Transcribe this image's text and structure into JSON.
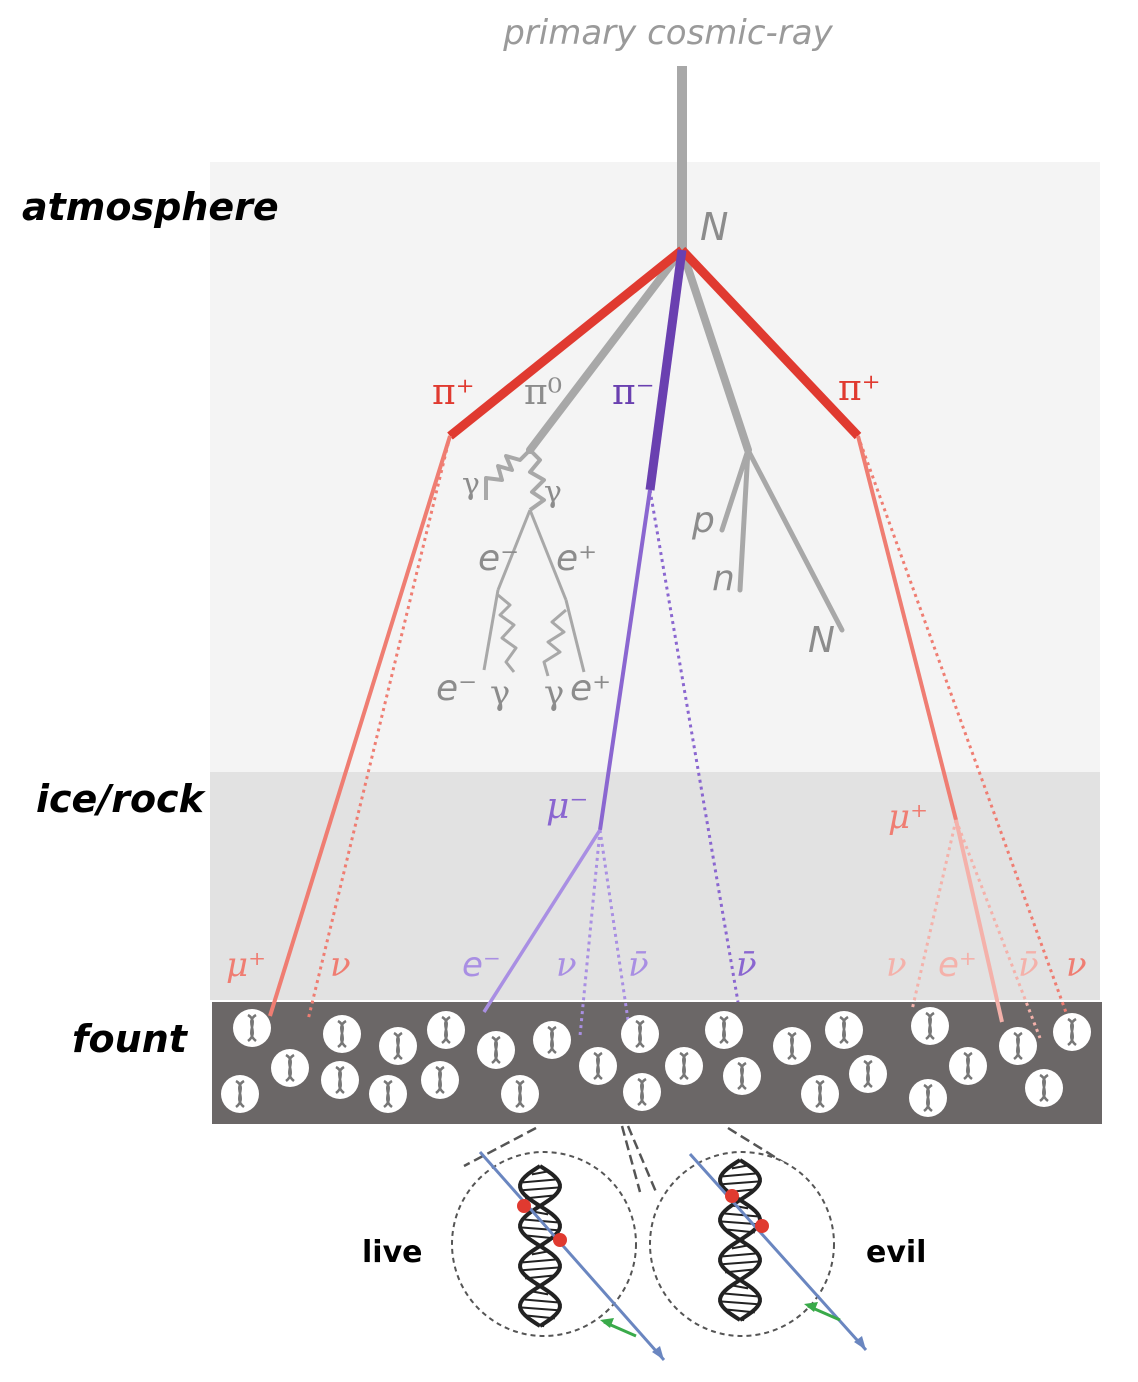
{
  "title": "primary cosmic-ray",
  "layers": {
    "atmosphere": "atmosphere",
    "ice_rock": "ice/rock",
    "fount": "fount"
  },
  "particles": {
    "N_top": "N",
    "pi_plus_left": "π⁺",
    "pi_zero": "π⁰",
    "pi_minus": "π⁻",
    "pi_plus_right": "π⁺",
    "gamma_1": "γ",
    "gamma_2": "γ",
    "e_minus_1": "e⁻",
    "e_plus_1": "e⁺",
    "e_minus_2": "e⁻",
    "gamma_3": "γ",
    "gamma_4": "γ",
    "e_plus_2": "e⁺",
    "p": "p",
    "n": "n",
    "N_bottom": "N",
    "mu_minus": "μ⁻",
    "mu_plus_right": "μ⁺",
    "mu_plus_left": "μ⁺",
    "nu_left": "ν",
    "e_minus_3": "e⁻",
    "nu_mid": "ν",
    "nubar_mid": "ν̄",
    "nubar_center": "ν̄",
    "nu_right1": "ν",
    "e_plus_3": "e⁺",
    "nubar_right": "ν̄",
    "nu_right2": "ν"
  },
  "zoom_labels": {
    "left": "live",
    "right": "evil"
  },
  "colors": {
    "atmosphere_bg": "#f4f4f4",
    "ice_bg": "#e2e2e2",
    "fount_bg": "#6b6767",
    "grey": "#a8a8a8",
    "red": "#e03a30",
    "salmon": "#ef7d72",
    "purple": "#6a40b0",
    "lilac": "#a98fe3",
    "blue": "#6a86c0",
    "green": "#3aaa4a"
  }
}
